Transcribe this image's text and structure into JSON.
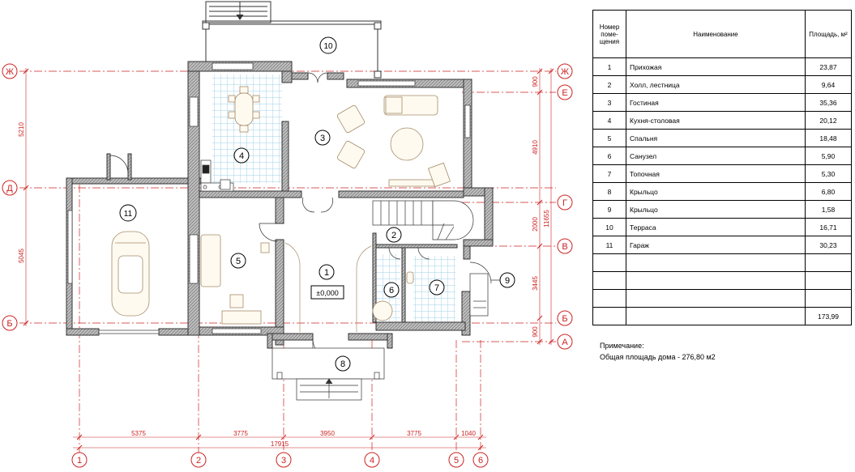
{
  "axes": {
    "horizontal": [
      {
        "label": "Ж"
      },
      {
        "label": "Е"
      },
      {
        "label": "Д"
      },
      {
        "label": "Г"
      },
      {
        "label": "В"
      },
      {
        "label": "Б"
      },
      {
        "label": "А"
      }
    ],
    "vertical": [
      {
        "label": "1"
      },
      {
        "label": "2"
      },
      {
        "label": "3"
      },
      {
        "label": "4"
      },
      {
        "label": "5"
      },
      {
        "label": "6"
      }
    ]
  },
  "dimensions": {
    "bottom": [
      "5375",
      "3775",
      "3950",
      "3775",
      "1040"
    ],
    "bottom_total": "17915",
    "left": [
      "5210",
      "5045"
    ],
    "right": [
      "900",
      "4910",
      "2000",
      "3445",
      "900"
    ],
    "right_total": "11655"
  },
  "rooms": [
    {
      "number": "1"
    },
    {
      "number": "2"
    },
    {
      "number": "3"
    },
    {
      "number": "4"
    },
    {
      "number": "5"
    },
    {
      "number": "6"
    },
    {
      "number": "7"
    },
    {
      "number": "8"
    },
    {
      "number": "9"
    },
    {
      "number": "10"
    },
    {
      "number": "11"
    }
  ],
  "level_mark": "±0,000",
  "table": {
    "header": {
      "number": "Номер поме-щения",
      "name": "Наименование",
      "area": "Площадь, м²"
    },
    "rows": [
      {
        "num": "1",
        "name": "Прихожая",
        "area": "23,87"
      },
      {
        "num": "2",
        "name": "Холл, лестница",
        "area": "9,64"
      },
      {
        "num": "3",
        "name": "Гостиная",
        "area": "35,36"
      },
      {
        "num": "4",
        "name": "Кухня-столовая",
        "area": "20,12"
      },
      {
        "num": "5",
        "name": "Спальня",
        "area": "18,48"
      },
      {
        "num": "6",
        "name": "Санузел",
        "area": "5,90"
      },
      {
        "num": "7",
        "name": "Топочная",
        "area": "5,30"
      },
      {
        "num": "8",
        "name": "Крыльцо",
        "area": "6,80"
      },
      {
        "num": "9",
        "name": "Крыльцо",
        "area": "1,58"
      },
      {
        "num": "10",
        "name": "Терраса",
        "area": "16,71"
      },
      {
        "num": "11",
        "name": "Гараж",
        "area": "30,23"
      }
    ],
    "total": "173,99"
  },
  "note": {
    "title": "Примечание:",
    "text": "Общая площадь дома  -  276,80 м2"
  },
  "colors": {
    "axis": "#cc2222",
    "wall": "#555555",
    "tile": "#9fd0e8"
  }
}
